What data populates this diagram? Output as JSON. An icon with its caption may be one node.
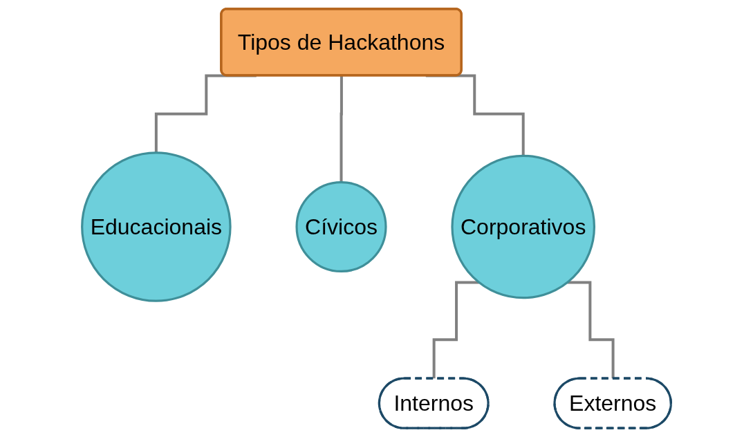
{
  "diagram": {
    "nodes": [
      {
        "text": [
          "Tipos de Hackathons"
        ]
      },
      {
        "text": [
          "Educacionais"
        ]
      },
      {
        "text": [
          "Cívicos"
        ]
      },
      {
        "text": [
          "Corporativos"
        ]
      },
      {
        "text": [
          "Internos"
        ]
      },
      {
        "text": [
          "Externos"
        ]
      }
    ],
    "edges": [
      {
        "from": 0,
        "to": 1,
        "arrow": "none"
      },
      {
        "from": 0,
        "to": 2,
        "arrow": "none"
      },
      {
        "from": 0,
        "to": 3,
        "arrow": "none"
      },
      {
        "from": 3,
        "to": 4,
        "arrow": "none"
      },
      {
        "from": 3,
        "to": 5,
        "arrow": "none"
      }
    ]
  }
}
